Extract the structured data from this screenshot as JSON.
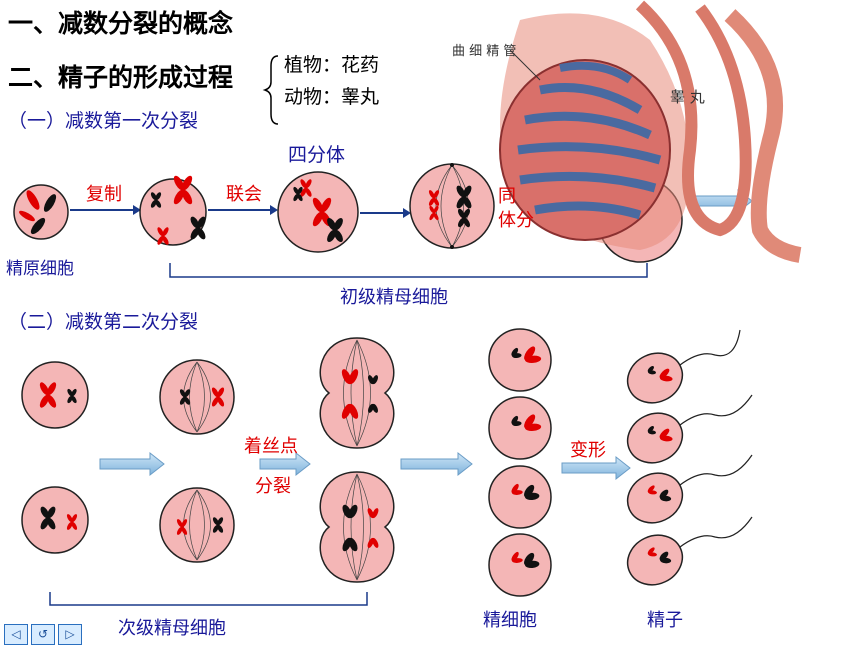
{
  "headings": {
    "h1": "一、减数分裂的概念",
    "h2": "二、精子的形成过程"
  },
  "sources": {
    "plant": "植物：花药",
    "animal": "动物：睾丸"
  },
  "sections": {
    "meiosis1": "（一）减数第一次分裂",
    "meiosis2": "（二）减数第二次分裂"
  },
  "labels": {
    "tetrad": "四分体",
    "spermatogonium": "精原细胞",
    "primary_spermatocyte": "初级精母细胞",
    "secondary_spermatocyte": "次级精母细胞",
    "spermatid": "精细胞",
    "sperm": "精子"
  },
  "steps": {
    "replication": "复制",
    "synapsis": "联会",
    "homolog_sep_a": "同",
    "homolog_sep_b": "体分",
    "centromere_a": "着丝点",
    "centromere_b": "分裂",
    "transform": "变形"
  },
  "testis": {
    "tubule": "曲 细 精 管",
    "testis": "睾 丸"
  },
  "nav": {
    "prev": "◁",
    "return": "↺",
    "next": "▷"
  },
  "colors": {
    "cell_fill": "#f4b6b6",
    "red_chrom": "#e00000",
    "black_chrom": "#111111",
    "arrow": "#9fc7e6"
  }
}
